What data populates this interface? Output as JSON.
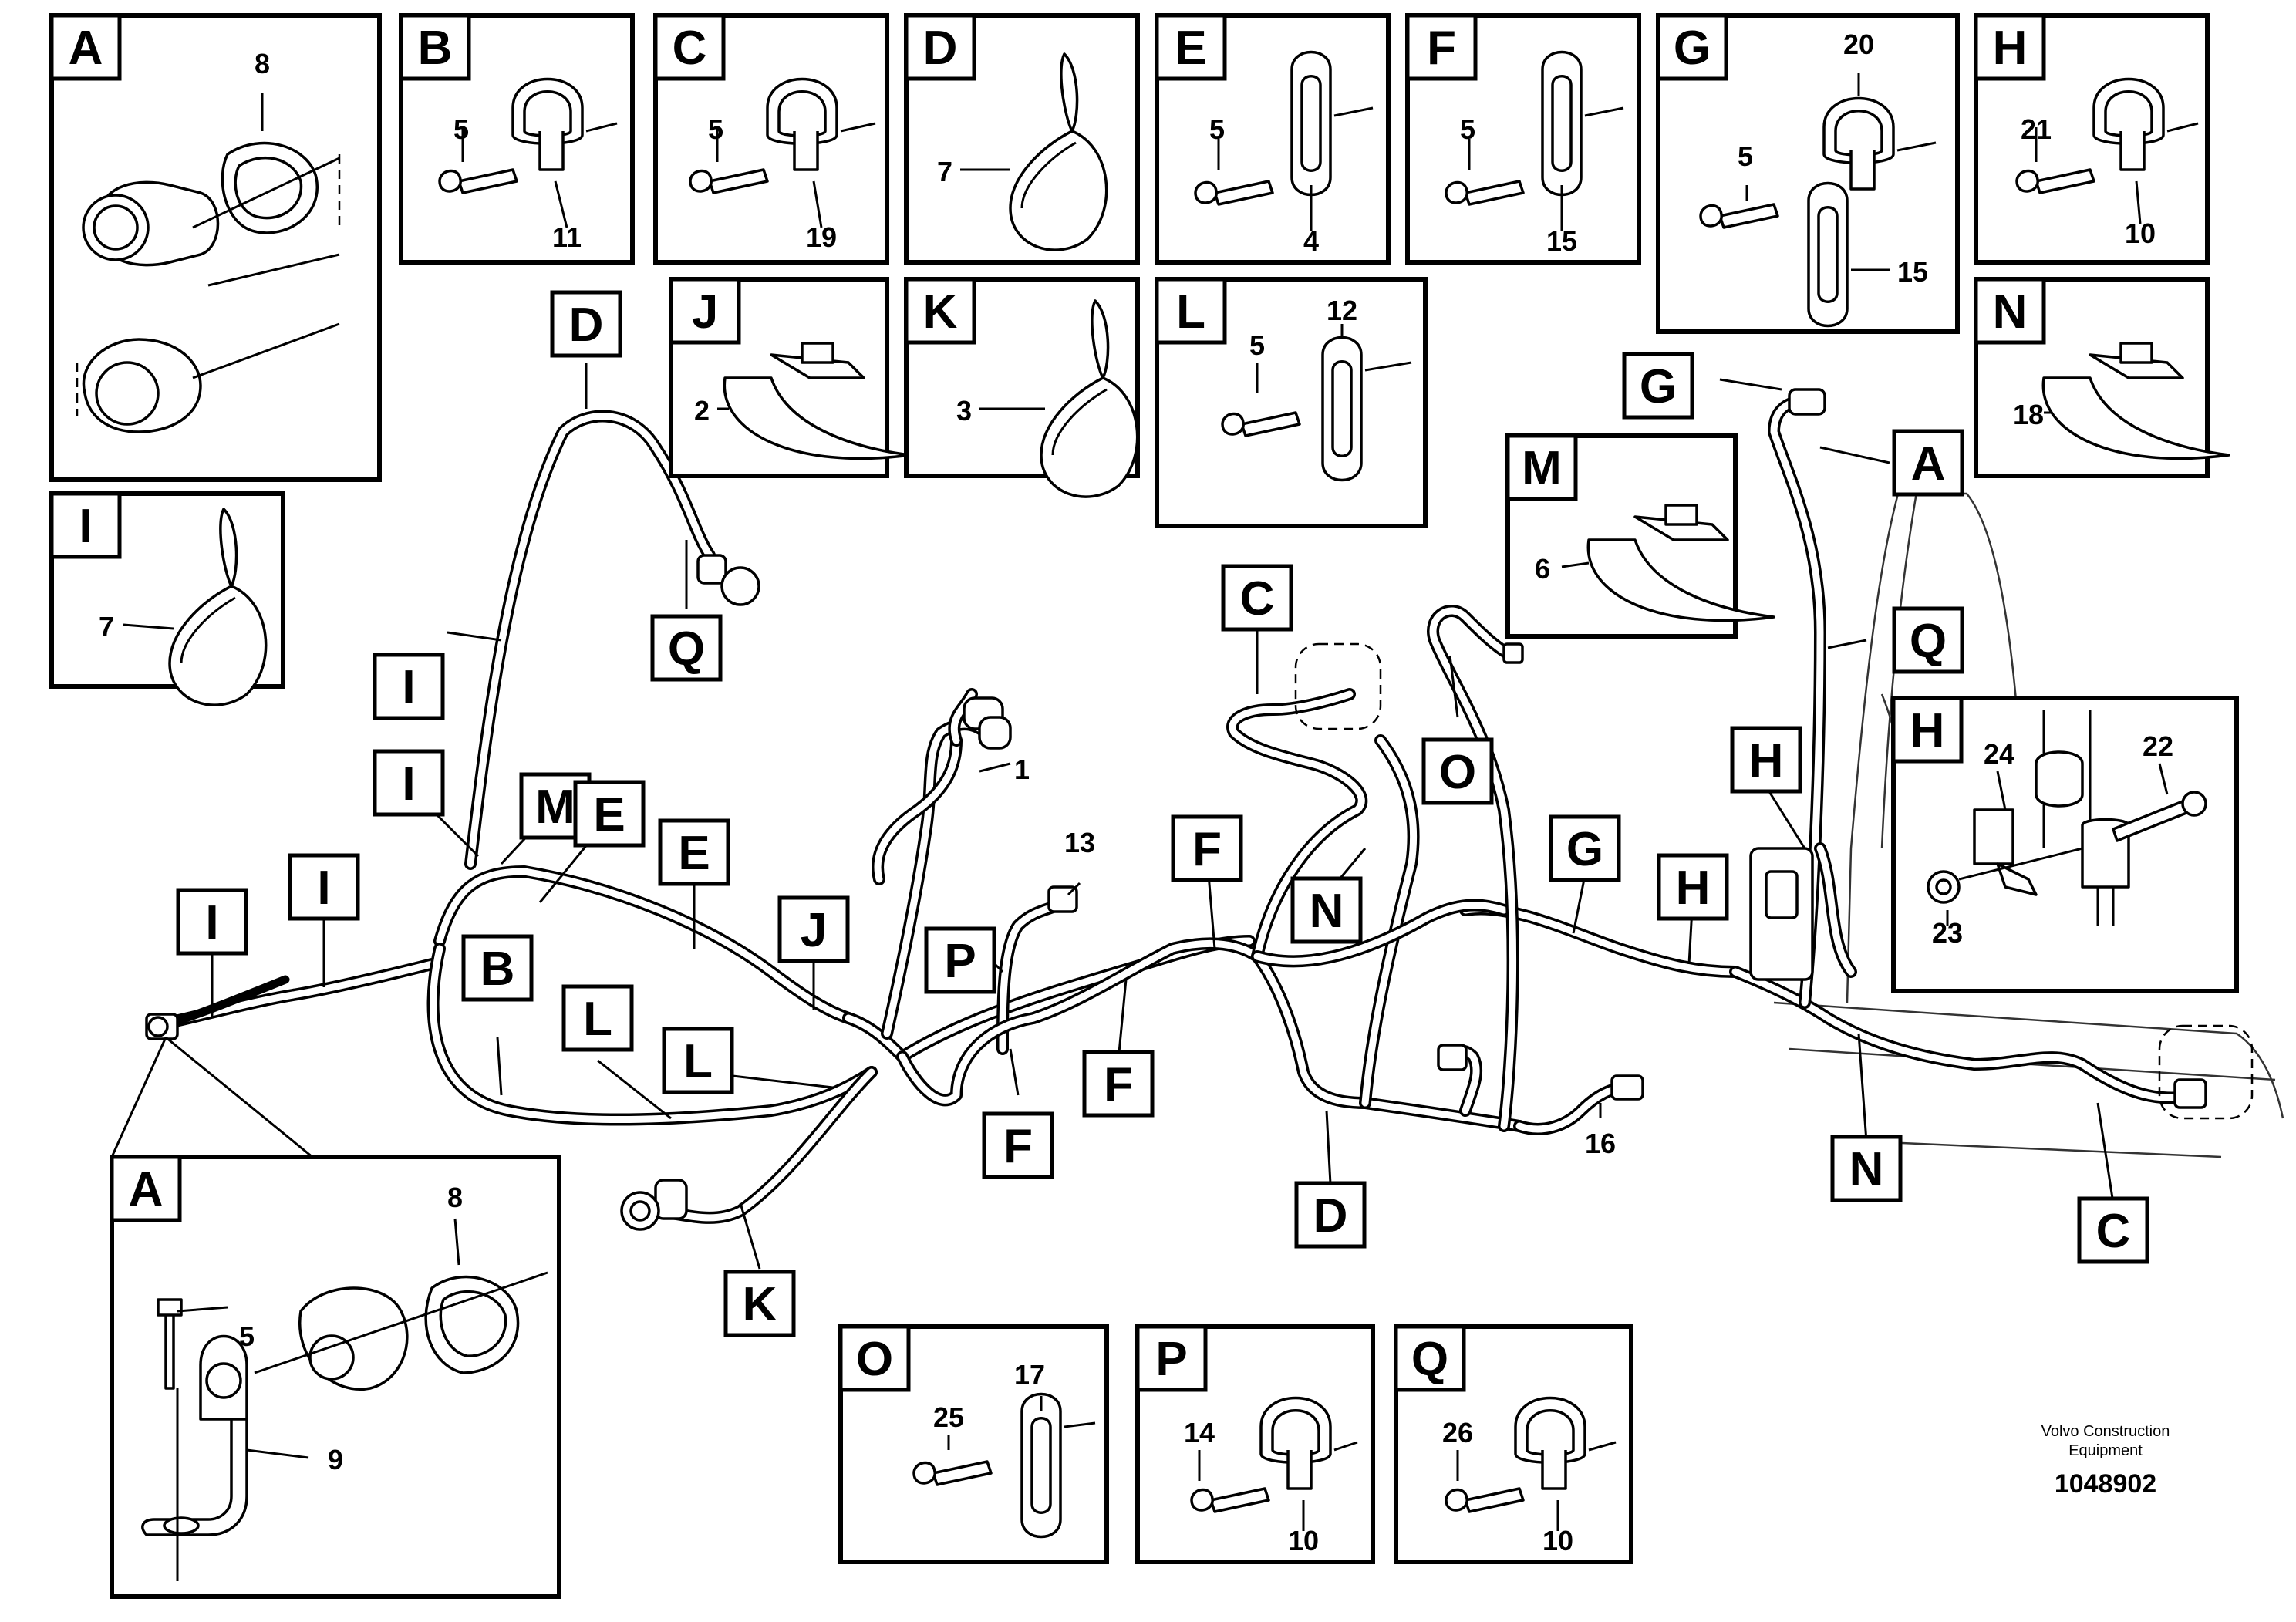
{
  "detail_panels": [
    {
      "id": "A",
      "parts": [
        "8"
      ]
    },
    {
      "id": "B",
      "parts": [
        "5",
        "11"
      ]
    },
    {
      "id": "C",
      "parts": [
        "5",
        "19"
      ]
    },
    {
      "id": "D",
      "parts": [
        "7"
      ]
    },
    {
      "id": "E",
      "parts": [
        "5",
        "4"
      ]
    },
    {
      "id": "F",
      "parts": [
        "5",
        "15"
      ]
    },
    {
      "id": "G",
      "parts": [
        "20",
        "5",
        "15"
      ]
    },
    {
      "id": "H",
      "parts": [
        "21",
        "10"
      ]
    },
    {
      "id": "I",
      "parts": [
        "7"
      ]
    },
    {
      "id": "J",
      "parts": [
        "2"
      ]
    },
    {
      "id": "K",
      "parts": [
        "3"
      ]
    },
    {
      "id": "L",
      "parts": [
        "12",
        "5"
      ]
    },
    {
      "id": "M",
      "parts": [
        "6"
      ]
    },
    {
      "id": "N",
      "parts": [
        "18"
      ]
    },
    {
      "id": "H2",
      "label": "H",
      "parts": [
        "24",
        "22",
        "23"
      ]
    },
    {
      "id": "A2",
      "label": "A",
      "parts": [
        "8",
        "5",
        "9"
      ]
    },
    {
      "id": "O",
      "parts": [
        "17",
        "25"
      ]
    },
    {
      "id": "P",
      "parts": [
        "14",
        "10"
      ]
    },
    {
      "id": "Q",
      "parts": [
        "26",
        "10"
      ]
    }
  ],
  "callouts": [
    "D",
    "Q",
    "I",
    "I",
    "M",
    "E",
    "E",
    "I",
    "I",
    "J",
    "1",
    "13",
    "P",
    "C",
    "O",
    "F",
    "N",
    "G",
    "H",
    "H",
    "G",
    "A",
    "Q",
    "B",
    "L",
    "L",
    "F",
    "F",
    "K",
    "D",
    "16",
    "N",
    "C"
  ],
  "footer": {
    "brand_line1": "Volvo Construction",
    "brand_line2": "Equipment",
    "doc_number": "1048902"
  }
}
